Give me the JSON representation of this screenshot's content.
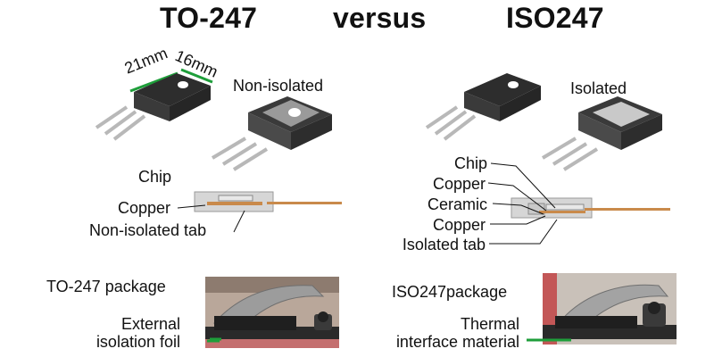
{
  "header": {
    "left_title": "TO-247",
    "middle_word": "versus",
    "right_title": "ISO247"
  },
  "left": {
    "dim_width": "21mm",
    "dim_depth": "16mm",
    "package_label": "Non-isolated",
    "cross_section_labels": {
      "chip": "Chip",
      "copper": "Copper",
      "tab": "Non-isolated tab"
    },
    "photo_caption": "TO-247 package",
    "photo_callout": "External\nisolation foil"
  },
  "right": {
    "package_label": "Isolated",
    "cross_section_labels": {
      "chip": "Chip",
      "copper_top": "Copper",
      "ceramic": "Ceramic",
      "copper_bottom": "Copper",
      "tab": "Isolated tab"
    },
    "photo_caption": "ISO247package",
    "photo_callout": "Thermal\ninterface material"
  },
  "colors": {
    "dimension_line": "#1e9e3a",
    "callout_line": "#1e9e3a",
    "package_body": "#3a3a3a",
    "metal_tab_left": "#7a7a7a",
    "ceramic_pad_right": "#c9c9c9",
    "lead_silver": "#b8b8b8",
    "copper": "#c98a4b"
  }
}
